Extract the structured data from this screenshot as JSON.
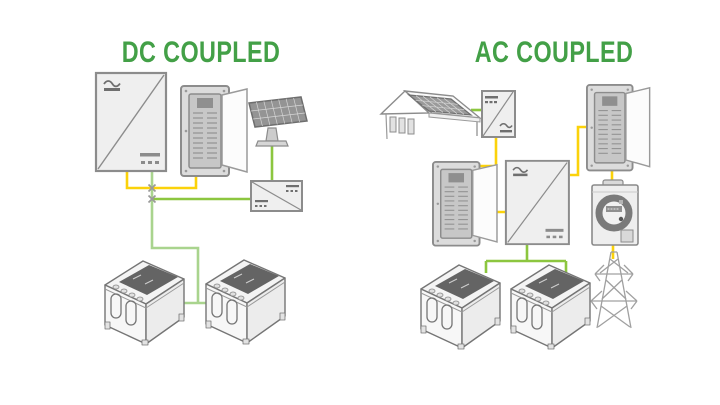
{
  "dc": {
    "title": "DC COUPLED",
    "nodes": [
      {
        "id": "dc-inverter",
        "type": "battery-inverter"
      },
      {
        "id": "dc-breaker-panel",
        "type": "load-panel"
      },
      {
        "id": "dc-solar-panel",
        "type": "pv-array-pole-mount"
      },
      {
        "id": "dc-charge-controller",
        "type": "charge-controller"
      },
      {
        "id": "dc-battery-1",
        "type": "battery"
      },
      {
        "id": "dc-battery-2",
        "type": "battery"
      }
    ],
    "connections": [
      {
        "from": "dc-inverter",
        "to": "dc-breaker-panel",
        "wire": "yellow-ac"
      },
      {
        "from": "dc-inverter",
        "to": "dc-battery-1",
        "wire": "green-dc"
      },
      {
        "from": "dc-inverter",
        "to": "dc-battery-2",
        "wire": "green-dc"
      },
      {
        "from": "dc-solar-panel",
        "to": "dc-charge-controller",
        "wire": "green-dc"
      },
      {
        "from": "dc-charge-controller",
        "to": "dc-battery-bus",
        "wire": "green-dc"
      }
    ]
  },
  "ac": {
    "title": "AC COUPLED",
    "nodes": [
      {
        "id": "ac-house-pv",
        "type": "house-with-rooftop-pv"
      },
      {
        "id": "ac-gridtie-inverter",
        "type": "grid-tie-inverter"
      },
      {
        "id": "ac-breaker-panel-left",
        "type": "load-panel"
      },
      {
        "id": "ac-central-inverter",
        "type": "battery-inverter"
      },
      {
        "id": "ac-breaker-panel-right",
        "type": "main-panel"
      },
      {
        "id": "ac-utility-meter",
        "type": "utility-meter"
      },
      {
        "id": "ac-grid-tower",
        "type": "transmission-tower"
      },
      {
        "id": "ac-battery-1",
        "type": "battery"
      },
      {
        "id": "ac-battery-2",
        "type": "battery"
      }
    ],
    "connections": [
      {
        "from": "ac-house-pv",
        "to": "ac-gridtie-inverter",
        "wire": "green-dc"
      },
      {
        "from": "ac-gridtie-inverter",
        "to": "ac-breaker-panel-left",
        "wire": "yellow-ac"
      },
      {
        "from": "ac-breaker-panel-left",
        "to": "ac-central-inverter",
        "wire": "yellow-ac"
      },
      {
        "from": "ac-central-inverter",
        "to": "ac-breaker-panel-right",
        "wire": "yellow-ac"
      },
      {
        "from": "ac-breaker-panel-right",
        "to": "ac-utility-meter",
        "wire": "yellow-ac"
      },
      {
        "from": "ac-utility-meter",
        "to": "ac-grid-tower",
        "wire": "yellow-ac"
      },
      {
        "from": "ac-central-inverter",
        "to": "ac-battery-1",
        "wire": "green-dc"
      },
      {
        "from": "ac-central-inverter",
        "to": "ac-battery-2",
        "wire": "green-dc"
      }
    ]
  },
  "colors": {
    "title_green": "#43A047",
    "wire_yellow": "#FBD20A",
    "wire_green": "#8CC63F",
    "wire_green_light": "#A9D48E",
    "outline_gray": "#8C8C8C",
    "box_fill": "#EFEFEF"
  }
}
